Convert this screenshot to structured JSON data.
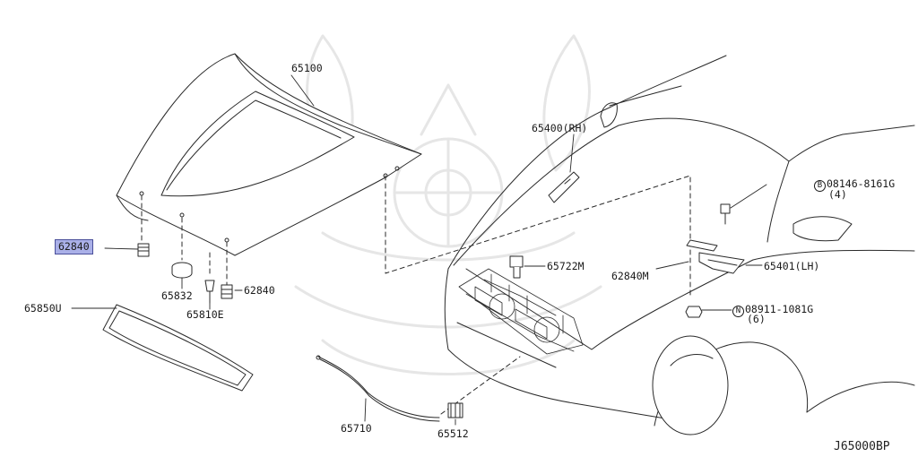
{
  "diagram": {
    "code": "J65000BP",
    "parts": {
      "p65100": "65100",
      "p62840_left": "62840",
      "p65832": "65832",
      "p62840_right": "62840",
      "p65810E": "65810E",
      "p65850U": "65850U",
      "p65400RH": "65400(RH)",
      "p65722M": "65722M",
      "p62840M": "62840M",
      "p65401LH": "65401(LH)",
      "p65710": "65710",
      "p65512": "65512",
      "bolt_symbol": "B",
      "bolt_number": "08146-8161G",
      "bolt_qty": "(4)",
      "nut_symbol": "N",
      "nut_number": "08911-1081G",
      "nut_qty": "(6)"
    },
    "colors": {
      "highlight": "#aab0e8",
      "line": "#2a2a2a",
      "watermark": "#ececec"
    }
  }
}
